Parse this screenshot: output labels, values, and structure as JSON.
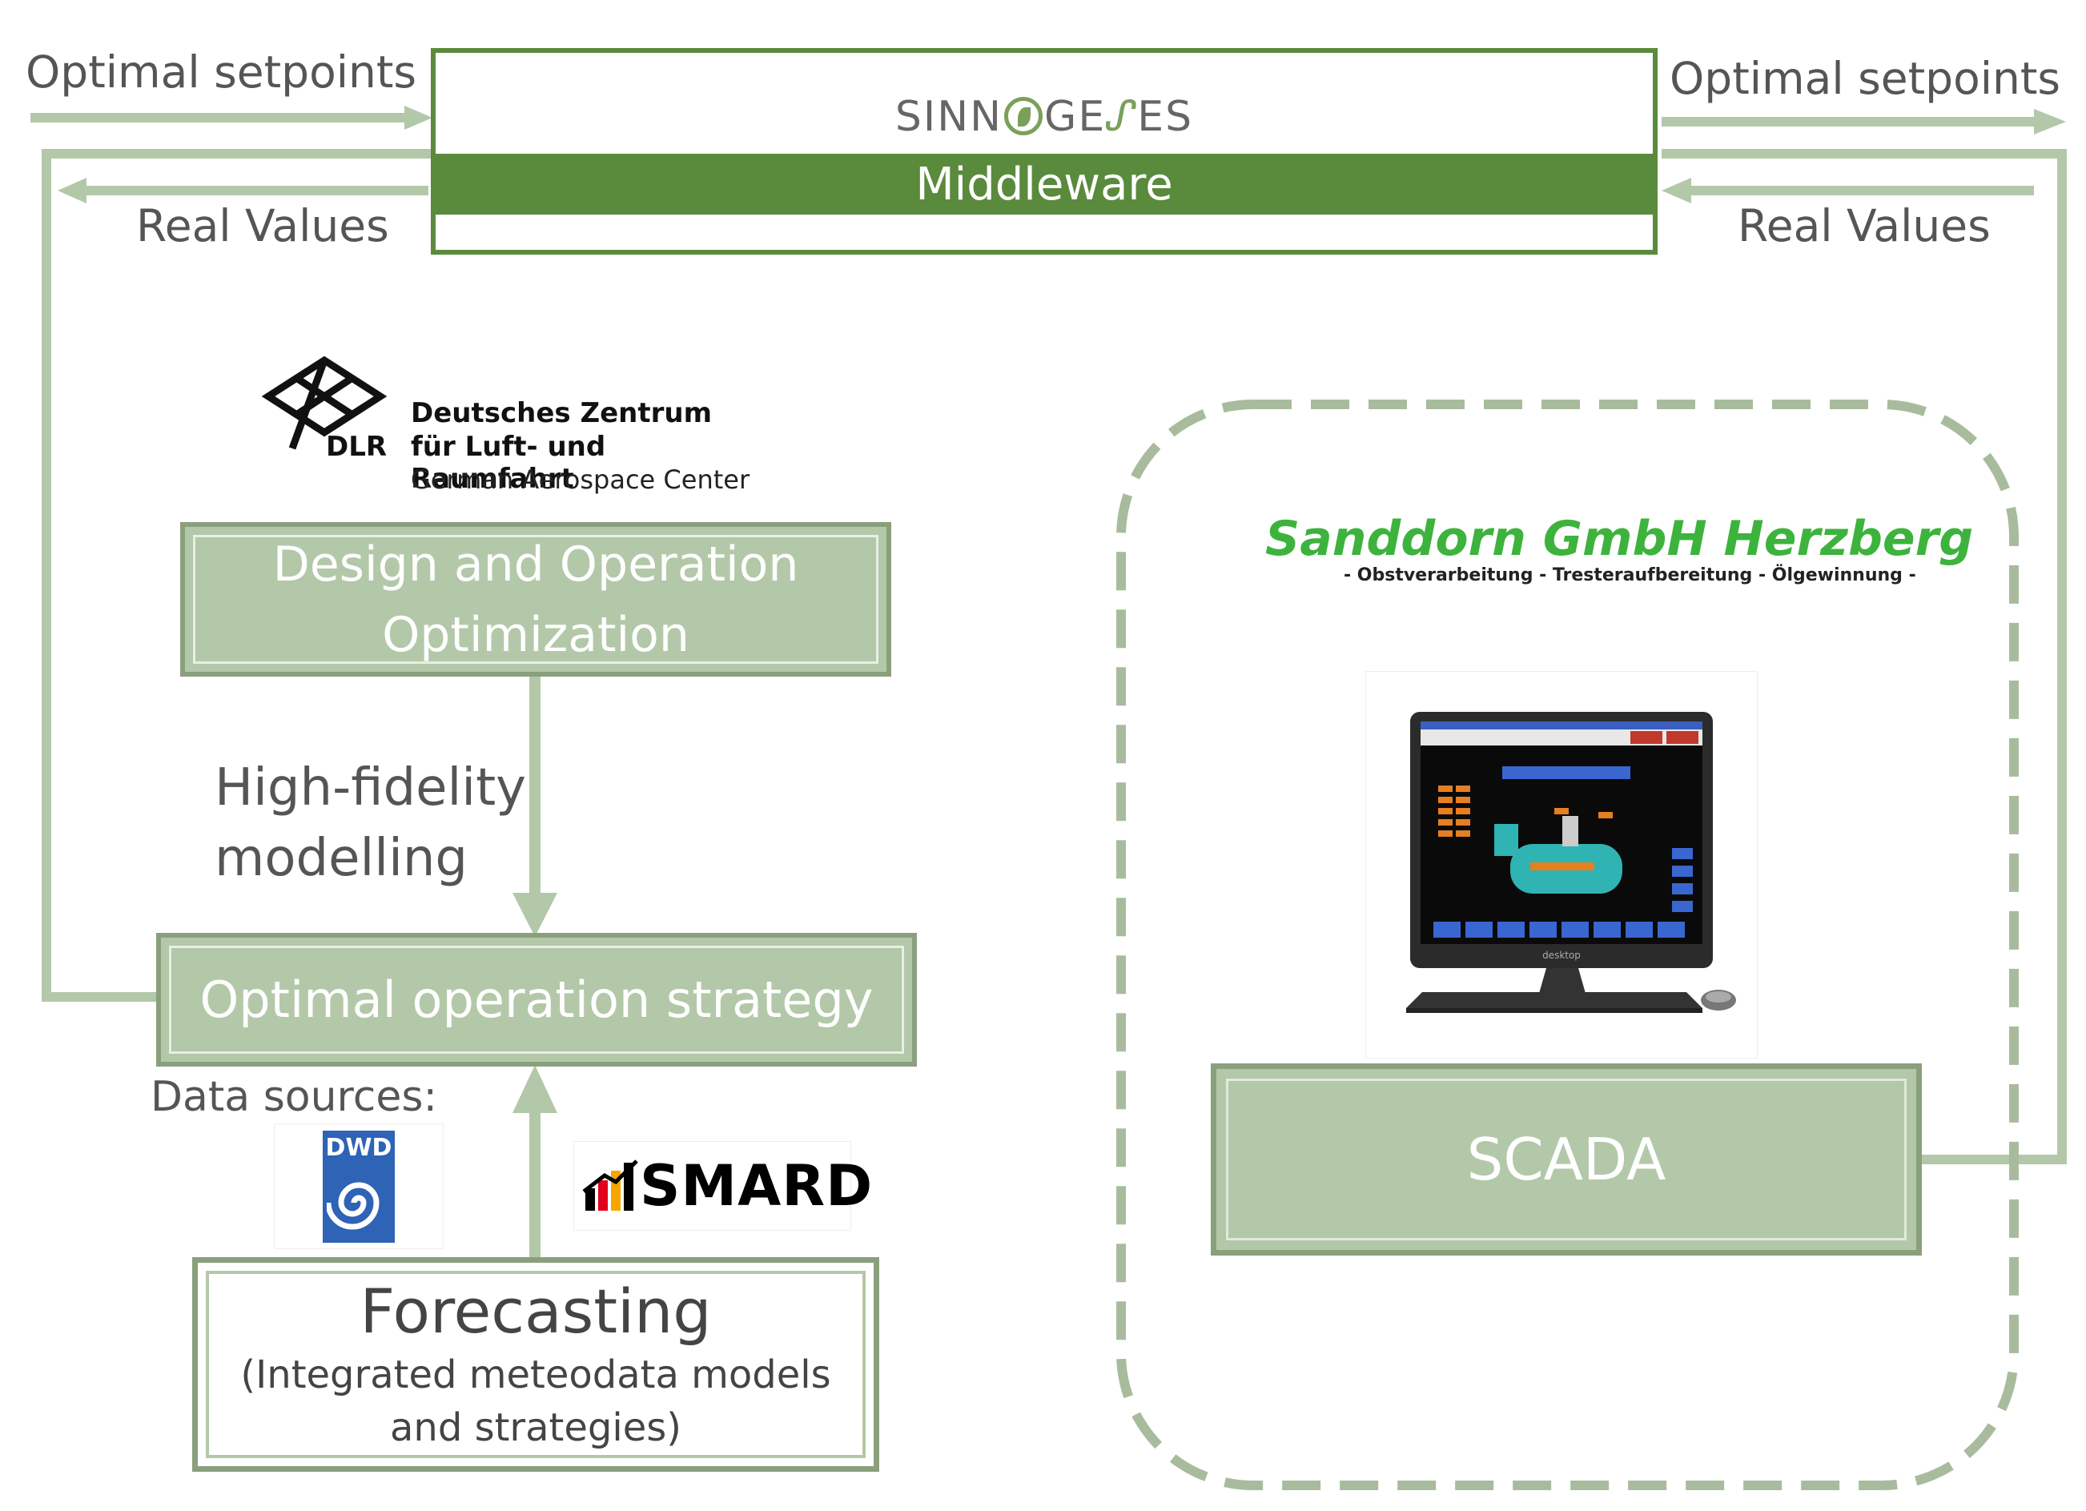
{
  "middleware": {
    "logo_left": "SINN",
    "logo_mid": "GE",
    "logo_right": "ES",
    "label": "Middleware",
    "accent": "#5a8a3c"
  },
  "labels": {
    "optimal_setpoints_left": "Optimal setpoints",
    "real_values_left": "Real Values",
    "optimal_setpoints_right": "Optimal setpoints",
    "real_values_right": "Real Values",
    "high_fidelity_line1": "High-fidelity",
    "high_fidelity_line2": "modelling",
    "data_sources": "Data sources:"
  },
  "dlr": {
    "abbr": "DLR",
    "line1": "Deutsches Zentrum",
    "line2": "für Luft- und Raumfahrt",
    "line3": "German Aerospace Center"
  },
  "boxes": {
    "design_line1": "Design and Operation",
    "design_line2": "Optimization",
    "optimal_strategy": "Optimal operation strategy",
    "forecasting_title": "Forecasting",
    "forecasting_line1": "(Integrated meteodata models",
    "forecasting_line2": "and strategies)",
    "scada": "SCADA",
    "fill": "#b3c8a8",
    "border": "#8aa07d"
  },
  "sources": {
    "dwd": "DWD",
    "smard": "SMARD"
  },
  "sanddorn": {
    "title": "Sanddorn GmbH Herzberg",
    "subtitle": "- Obstverarbeitung - Tresteraufbereitung - Ölgewinnung -"
  },
  "monitor": {
    "brand": "desktop"
  },
  "colors": {
    "arrow": "#b3c8a8",
    "dashed": "#a8bc9d",
    "dark_green": "#5a8a3c"
  }
}
